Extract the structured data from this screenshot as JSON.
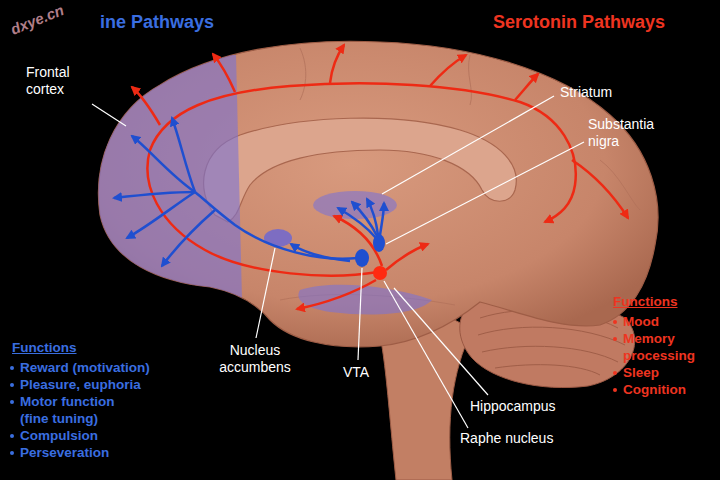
{
  "diagram": {
    "labels": [
      "dxye.cn",
      "ine Pathways",
      "Serotonin Pathways",
      "Frontal cortex",
      "Striatum",
      "Substantia nigra",
      "Nucleus accumbens",
      "VTA",
      "Hippocampus",
      "Raphe nucleus",
      "Functions",
      "Reward (motivation)",
      "Pleasure, euphoria",
      "Motor function (fine tuning)",
      "Compulsion",
      "Perseveration",
      "Functions",
      "Mood",
      "Memory processing",
      "Sleep",
      "Cognition"
    ]
  }
}
